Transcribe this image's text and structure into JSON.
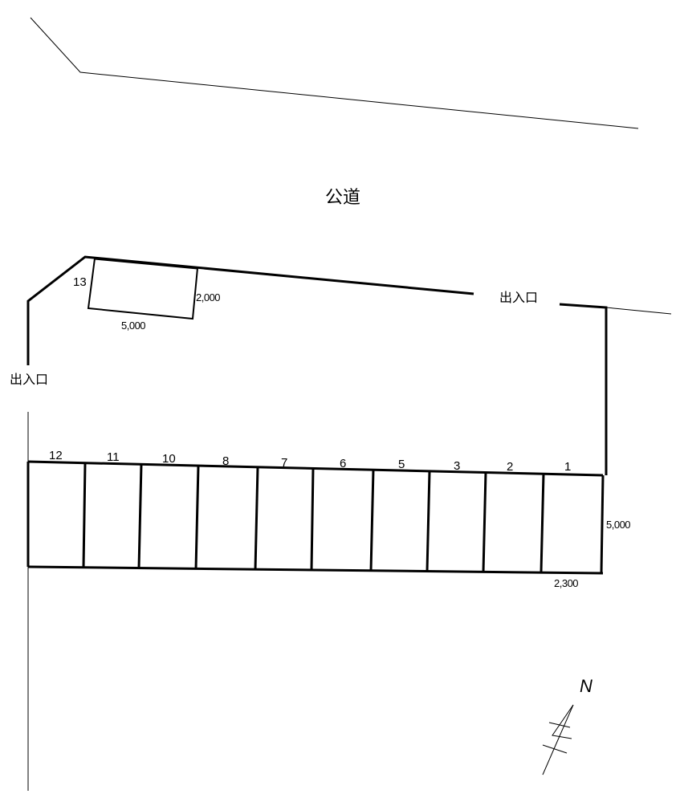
{
  "road": {
    "label": "公道"
  },
  "entrances": {
    "top": "出入口",
    "left": "出入口"
  },
  "space_13": {
    "number": "13",
    "width_dim": "2,000",
    "length_dim": "5,000"
  },
  "spaces": [
    {
      "number": "12"
    },
    {
      "number": "11"
    },
    {
      "number": "10"
    },
    {
      "number": "8"
    },
    {
      "number": "7"
    },
    {
      "number": "6"
    },
    {
      "number": "5"
    },
    {
      "number": "3"
    },
    {
      "number": "2"
    },
    {
      "number": "1"
    }
  ],
  "dimensions": {
    "space_length": "5,000",
    "space_width": "2,300"
  },
  "north_arrow": {
    "label": "N"
  }
}
